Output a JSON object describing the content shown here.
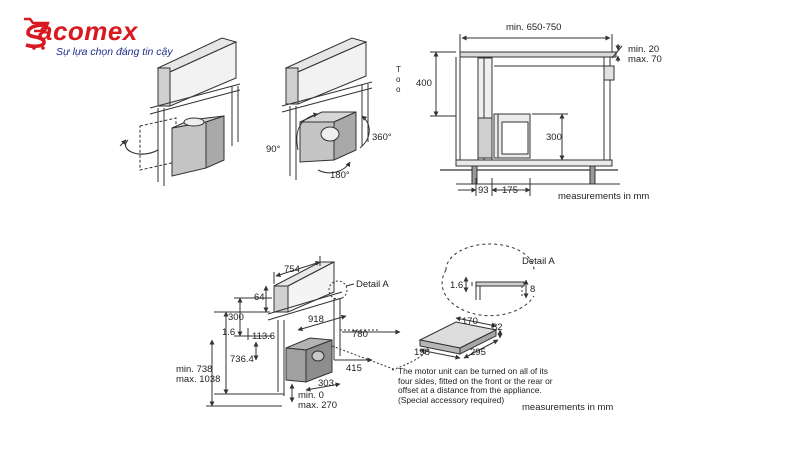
{
  "logo": {
    "brand": "Sacomex",
    "brand_display": "acomex",
    "tagline": "Sự lựa chọn đáng tin cậy",
    "brand_color": "#d71920",
    "tagline_color": "#1e2f8c"
  },
  "colors": {
    "line": "#333333",
    "box": "#b9b9b9",
    "box_dark": "#8e8e8e",
    "panel": "#d9d9d9"
  },
  "top_left": {
    "angle_90": "90°",
    "angle_180": "180°",
    "angle_360": "360°"
  },
  "top_right": {
    "width_label": "min. 650-750",
    "top_min": "min. 20",
    "top_max": "max. 70",
    "height_400": "400",
    "height_300": "300",
    "depth_93": "93",
    "depth_175": "175",
    "units": "measurements in mm"
  },
  "bottom_left": {
    "w_754": "754",
    "d_64": "64",
    "detail_a": "Detail A",
    "h_300": "300",
    "w_918": "918",
    "d_1_6": "1.6",
    "h_113_6": "113.6",
    "w_780": "780",
    "h_736_4": "736.4",
    "min_738": "min. 738",
    "max_1038": "max. 1038",
    "d_415": "415",
    "d_303": "303",
    "min_0": "min. 0",
    "max_270": "max. 270"
  },
  "detail": {
    "title": "Detail A",
    "d_1_6": "1.6",
    "d_8": "8",
    "w_170": "170",
    "h_82": "82",
    "w_198": "198",
    "w_295": "295"
  },
  "note": {
    "line1": "The motor unit can be turned on all of its",
    "line2": "four sides, fitted on the front or the rear or",
    "line3": "offset at a distance from the appliance.",
    "line4": "(Special accessory required)"
  },
  "units_bottom": "measurements in mm"
}
